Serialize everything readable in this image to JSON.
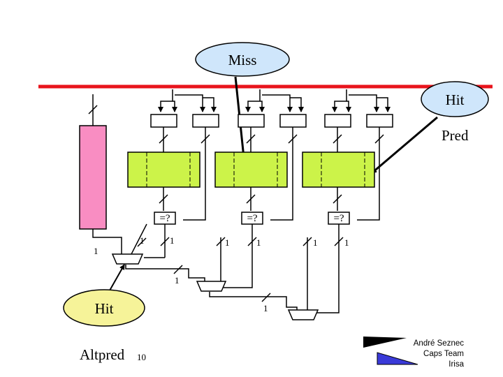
{
  "labels": {
    "miss": "Miss",
    "hit_top": "Hit",
    "pred": "Pred",
    "hit_bottom": "Hit",
    "altpred": "Altpred",
    "page_number": "10"
  },
  "comparators": [
    "=?",
    "=?",
    "=?"
  ],
  "bit_width_labels": {
    "left_input": "1",
    "mux1_a": "1",
    "mux1_b": "1",
    "mux2_a": "1",
    "mux2_b": "1",
    "mux3_a": "1",
    "mux3_b": "1",
    "chain1": "1",
    "chain2": "1"
  },
  "credits": {
    "author": "André Seznec",
    "team": "Caps Team",
    "institute": "Irisa"
  },
  "colors": {
    "red_bar": "#e8141c",
    "bubble_fill": "#cfe6fb",
    "hit_bottom_fill": "#f6f399",
    "pink_table": "#f98dc2",
    "green_table": "#ccf349",
    "logo_black": "#000000",
    "logo_blue": "#3a3ad8"
  }
}
